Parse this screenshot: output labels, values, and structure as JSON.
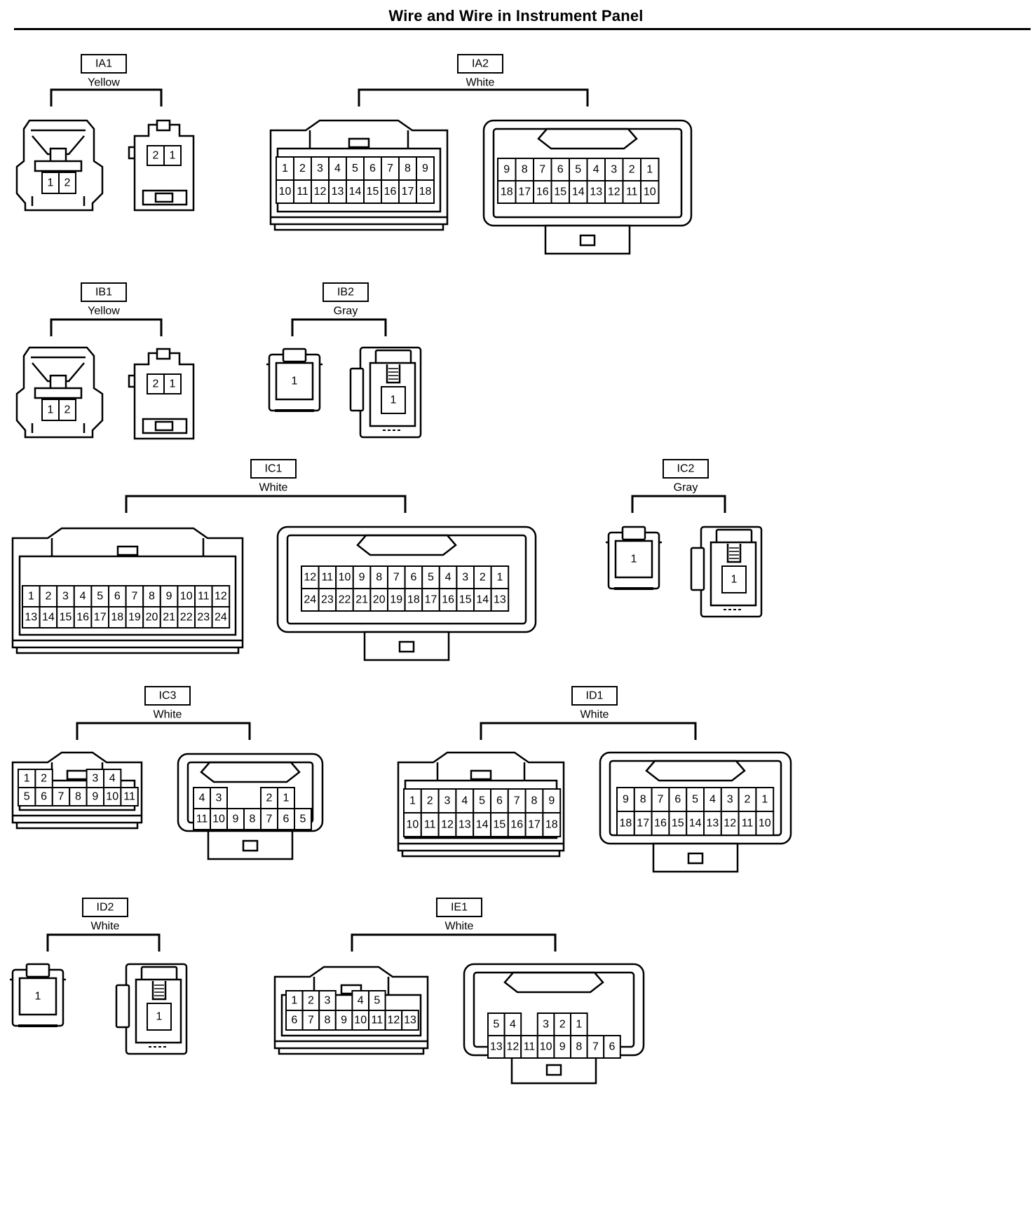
{
  "title": "Wire and Wire in Instrument Panel",
  "connectors": [
    {
      "id": "IA1",
      "color": "Yellow",
      "female_rows": [
        [
          "1",
          "2"
        ]
      ],
      "male_rows": [
        [
          "2",
          "1"
        ]
      ]
    },
    {
      "id": "IA2",
      "color": "White",
      "female_rows": [
        [
          "1",
          "2",
          "3",
          "4",
          "5",
          "6",
          "7",
          "8",
          "9"
        ],
        [
          "10",
          "11",
          "12",
          "13",
          "14",
          "15",
          "16",
          "17",
          "18"
        ]
      ],
      "male_rows": [
        [
          "9",
          "8",
          "7",
          "6",
          "5",
          "4",
          "3",
          "2",
          "1"
        ],
        [
          "18",
          "17",
          "16",
          "15",
          "14",
          "13",
          "12",
          "11",
          "10"
        ]
      ]
    },
    {
      "id": "IB1",
      "color": "Yellow",
      "female_rows": [
        [
          "1",
          "2"
        ]
      ],
      "male_rows": [
        [
          "2",
          "1"
        ]
      ]
    },
    {
      "id": "IB2",
      "color": "Gray",
      "female_rows": [
        [
          "1"
        ]
      ],
      "male_rows": [
        [
          "1"
        ]
      ]
    },
    {
      "id": "IC1",
      "color": "White",
      "female_rows": [
        [
          "1",
          "2",
          "3",
          "4",
          "5",
          "6",
          "7",
          "8",
          "9",
          "10",
          "11",
          "12"
        ],
        [
          "13",
          "14",
          "15",
          "16",
          "17",
          "18",
          "19",
          "20",
          "21",
          "22",
          "23",
          "24"
        ]
      ],
      "male_rows": [
        [
          "12",
          "11",
          "10",
          "9",
          "8",
          "7",
          "6",
          "5",
          "4",
          "3",
          "2",
          "1"
        ],
        [
          "24",
          "23",
          "22",
          "21",
          "20",
          "19",
          "18",
          "17",
          "16",
          "15",
          "14",
          "13"
        ]
      ]
    },
    {
      "id": "IC2",
      "color": "Gray",
      "female_rows": [
        [
          "1"
        ]
      ],
      "male_rows": [
        [
          "1"
        ]
      ]
    },
    {
      "id": "IC3",
      "color": "White",
      "female_rows": [
        [
          "1",
          "2",
          "",
          "",
          "3",
          "4"
        ],
        [
          "5",
          "6",
          "7",
          "8",
          "9",
          "10",
          "11"
        ]
      ],
      "male_rows": [
        [
          "4",
          "3",
          "",
          "",
          "2",
          "1"
        ],
        [
          "11",
          "10",
          "9",
          "8",
          "7",
          "6",
          "5"
        ]
      ]
    },
    {
      "id": "ID1",
      "color": "White",
      "female_rows": [
        [
          "1",
          "2",
          "3",
          "4",
          "5",
          "6",
          "7",
          "8",
          "9"
        ],
        [
          "10",
          "11",
          "12",
          "13",
          "14",
          "15",
          "16",
          "17",
          "18"
        ]
      ],
      "male_rows": [
        [
          "9",
          "8",
          "7",
          "6",
          "5",
          "4",
          "3",
          "2",
          "1"
        ],
        [
          "18",
          "17",
          "16",
          "15",
          "14",
          "13",
          "12",
          "11",
          "10"
        ]
      ]
    },
    {
      "id": "ID2",
      "color": "White",
      "female_rows": [
        [
          "1"
        ]
      ],
      "male_rows": [
        [
          "1"
        ]
      ]
    },
    {
      "id": "IE1",
      "color": "White",
      "female_rows": [
        [
          "1",
          "2",
          "3",
          "",
          "4",
          "5"
        ],
        [
          "6",
          "7",
          "8",
          "9",
          "10",
          "11",
          "12",
          "13"
        ]
      ],
      "male_rows": [
        [
          "5",
          "4",
          "",
          "3",
          "2",
          "1"
        ],
        [
          "13",
          "12",
          "11",
          "10",
          "9",
          "8",
          "7",
          "6"
        ]
      ]
    }
  ]
}
